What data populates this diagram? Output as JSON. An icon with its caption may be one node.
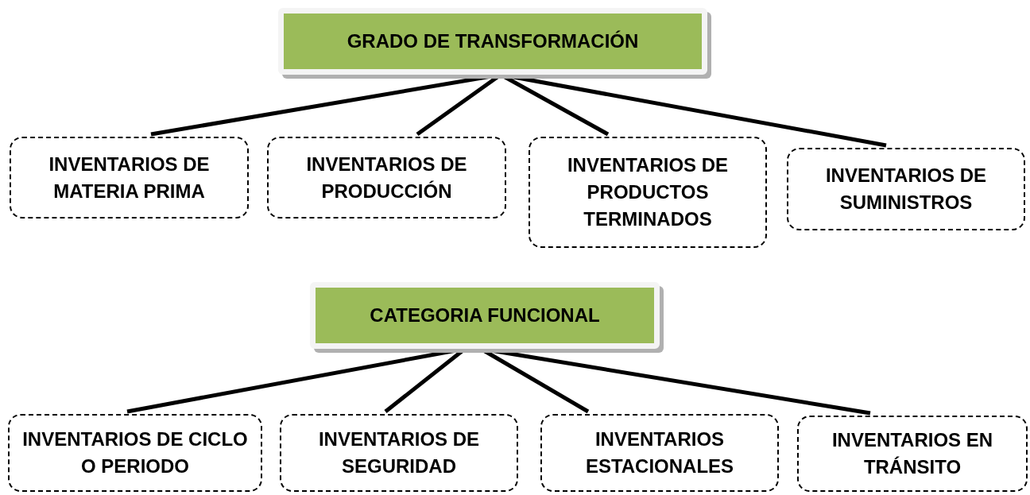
{
  "diagram": {
    "nodes": [
      {
        "text": [
          "GRADO DE TRANSFORMACIÓN"
        ]
      },
      {
        "text": [
          "INVENTARIOS DE MATERIA PRIMA"
        ]
      },
      {
        "text": [
          "INVENTARIOS DE PRODUCCIÓN"
        ]
      },
      {
        "text": [
          "INVENTARIOS DE PRODUCTOS TERMINADOS"
        ]
      },
      {
        "text": [
          "INVENTARIOS DE SUMINISTROS"
        ]
      },
      {
        "text": [
          "CATEGORIA FUNCIONAL"
        ]
      },
      {
        "text": [
          "INVENTARIOS DE CICLO O PERIODO"
        ]
      },
      {
        "text": [
          "INVENTARIOS DE SEGURIDAD"
        ]
      },
      {
        "text": [
          "INVENTARIOS ESTACIONALES"
        ]
      },
      {
        "text": [
          "INVENTARIOS EN TRÁNSITO"
        ]
      }
    ],
    "edges": [
      {
        "from": 0,
        "to": 1,
        "arrow": "none"
      },
      {
        "from": 0,
        "to": 2,
        "arrow": "none"
      },
      {
        "from": 0,
        "to": 3,
        "arrow": "none"
      },
      {
        "from": 0,
        "to": 4,
        "arrow": "none"
      },
      {
        "from": 5,
        "to": 6,
        "arrow": "none"
      },
      {
        "from": 5,
        "to": 7,
        "arrow": "none"
      },
      {
        "from": 5,
        "to": 8,
        "arrow": "none"
      },
      {
        "from": 5,
        "to": 9,
        "arrow": "none"
      }
    ]
  }
}
